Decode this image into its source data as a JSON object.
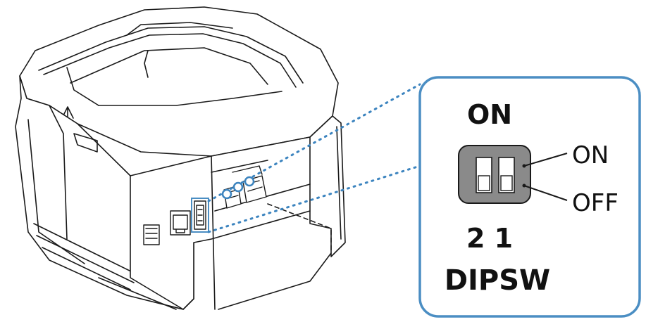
{
  "callout": {
    "switch_header": "ON",
    "on_label": "ON",
    "off_label": "OFF",
    "switch_numbers": "2 1",
    "switch_name": "DIPSW"
  },
  "colors": {
    "callout_border": "#4b8ec3",
    "leader_line": "#3c84bf",
    "dipsw_body": "#8a8a8a",
    "outline": "#1a1a1a"
  },
  "icons": {
    "printer": "printer-rear-illustration",
    "dip_switch": "dip-switch-2-position"
  }
}
